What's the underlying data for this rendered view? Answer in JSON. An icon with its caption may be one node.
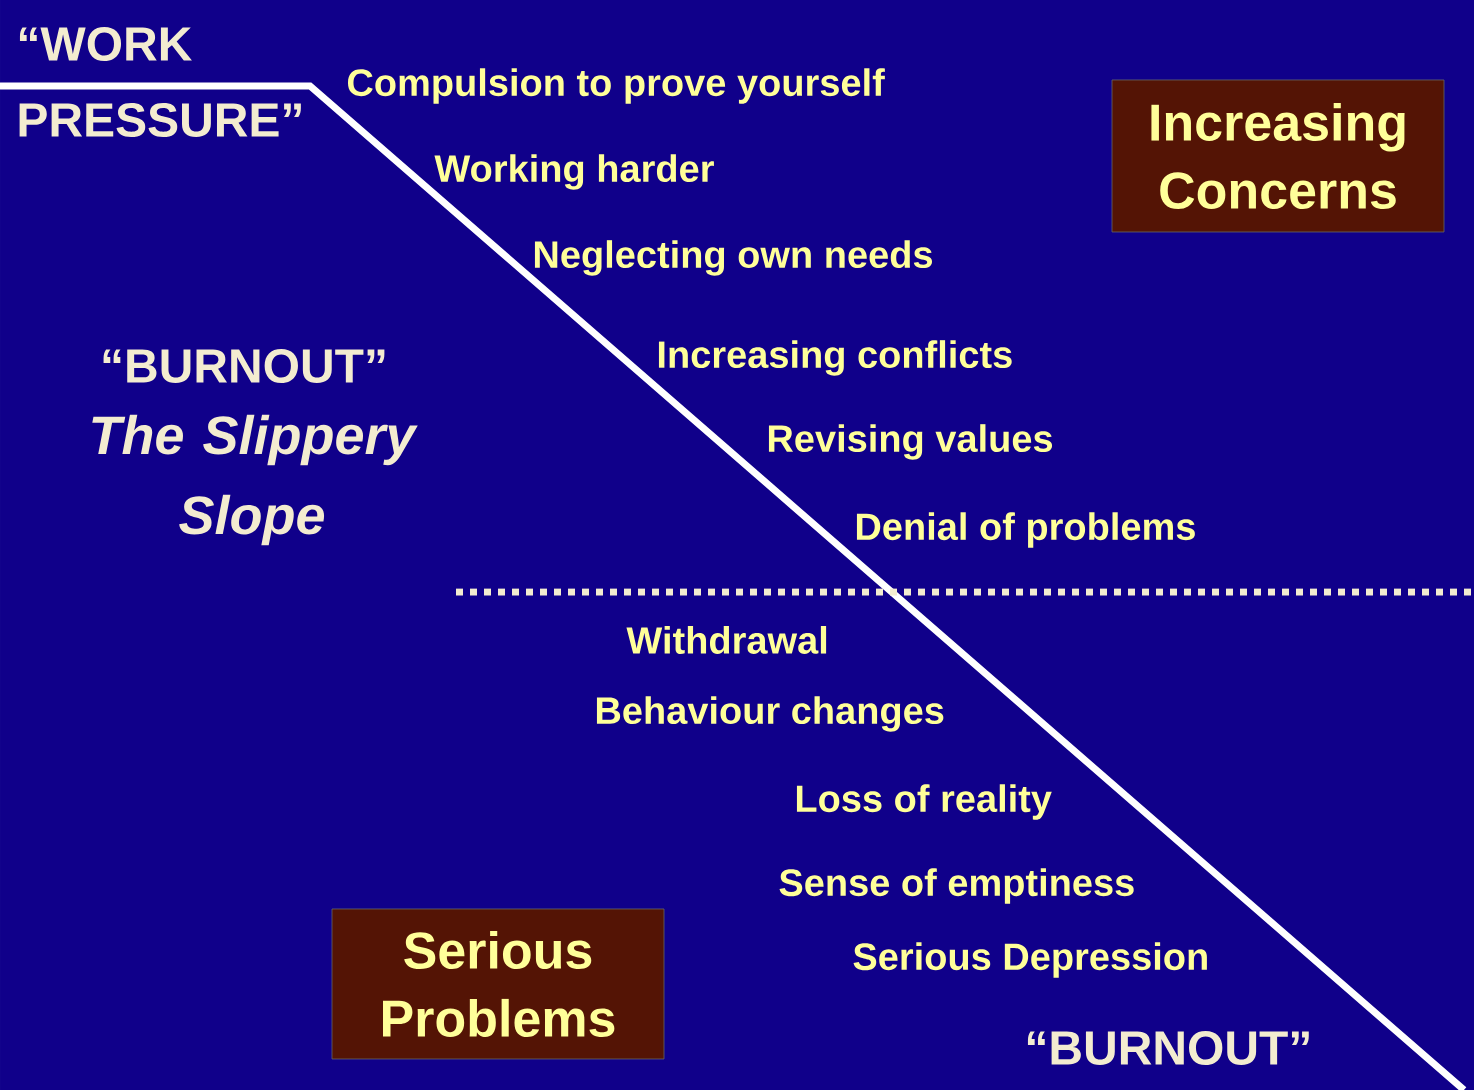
{
  "diagram": {
    "nodes": [
      {
        "text": [
          "Increasing Concerns"
        ]
      },
      {
        "text": [
          "Serious Problems"
        ]
      }
    ],
    "edges": [],
    "labels": [
      "“WORK PRESSURE”",
      "Compulsion to prove yourself",
      "Working harder",
      "Neglecting own needs",
      "Increasing conflicts",
      "“BURNOUT”",
      "The Slippery Slope",
      "Revising values",
      "Denial of problems",
      "Withdrawal",
      "Behaviour changes",
      "Loss of reality",
      "Sense of emptiness",
      "Serious Depression",
      "“BURNOUT”"
    ]
  }
}
